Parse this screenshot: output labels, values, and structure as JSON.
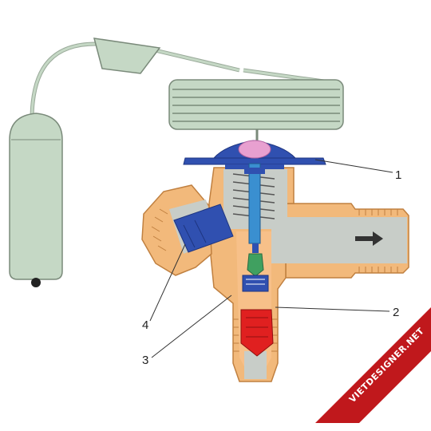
{
  "diagram": {
    "labels": {
      "one": "1",
      "two": "2",
      "three": "3",
      "four": "4"
    },
    "watermark": "VIETDESIGNER.NET"
  },
  "colors": {
    "background": "#ffffff",
    "bulb_fill": "#c5d8c5",
    "bulb_stroke": "#7a8a7a",
    "body_fill": "#f2b97b",
    "body_stroke": "#c08040",
    "bore_fill": "#c8cdc8",
    "diaphragm": "#3050b0",
    "diaphragm_center": "#e8a0d0",
    "stem": "#3a8fd0",
    "filter_red": "#e02020",
    "cone_green": "#40a060",
    "watermark_bg": "#c0181c",
    "arrow": "#333333"
  }
}
